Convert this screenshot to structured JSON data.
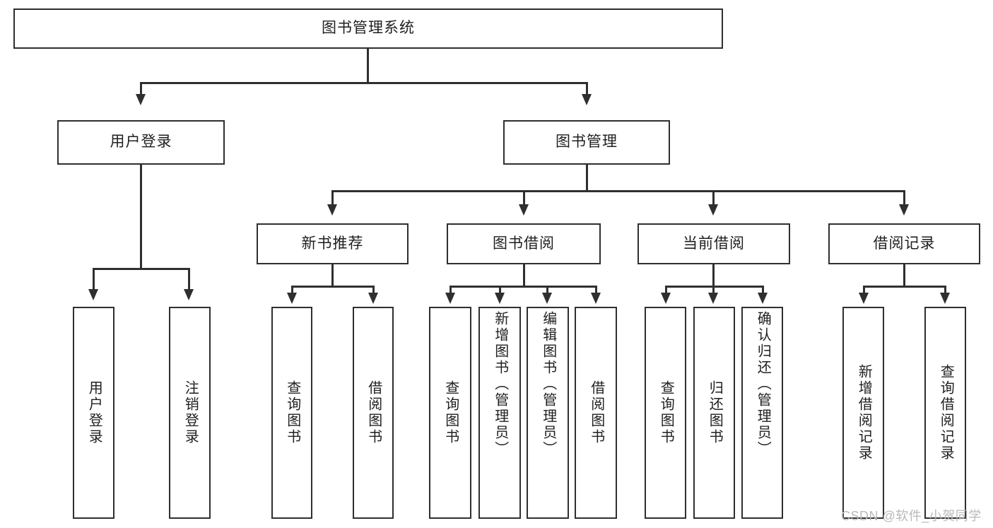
{
  "diagram": {
    "title": "图书管理系统",
    "type": "hierarchy-tree",
    "root": {
      "label": "图书管理系统"
    },
    "level2": [
      {
        "label": "用户登录"
      },
      {
        "label": "图书管理"
      }
    ],
    "level3": [
      {
        "label": "新书推荐"
      },
      {
        "label": "图书借阅"
      },
      {
        "label": "当前借阅"
      },
      {
        "label": "借阅记录"
      }
    ],
    "leaves": {
      "user_login": [
        {
          "label": "用户登录"
        },
        {
          "label": "注销登录"
        }
      ],
      "new_book_recommend": [
        {
          "label": "查询图书"
        },
        {
          "label": "借阅图书"
        }
      ],
      "book_borrow": [
        {
          "label": "查询图书"
        },
        {
          "label": "新增图书（管理员）"
        },
        {
          "label": "编辑图书（管理员）"
        },
        {
          "label": "借阅图书"
        }
      ],
      "current_borrow": [
        {
          "label": "查询图书"
        },
        {
          "label": "归还图书"
        },
        {
          "label": "确认归还（管理员）"
        }
      ],
      "borrow_record": [
        {
          "label": "新增借阅记录"
        },
        {
          "label": "查询借阅记录"
        }
      ]
    }
  },
  "watermark": {
    "text": "CSDN @软件_小贺同学"
  },
  "colors": {
    "stroke": "#2f2f2f",
    "background": "#ffffff",
    "text": "#1f1f1f",
    "watermark": "#b9b9b9"
  }
}
